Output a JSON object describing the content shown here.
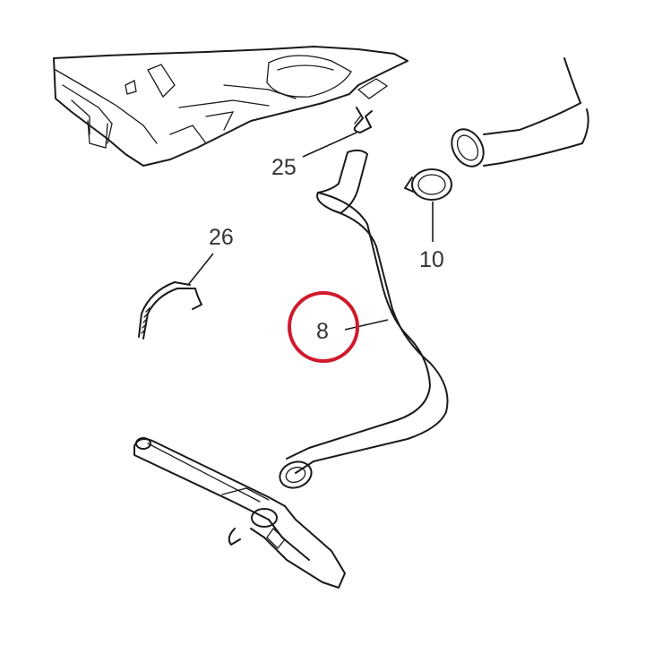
{
  "diagram": {
    "callouts": [
      {
        "id": "callout-25",
        "label": "25"
      },
      {
        "id": "callout-26",
        "label": "26"
      },
      {
        "id": "callout-10",
        "label": "10"
      },
      {
        "id": "callout-8",
        "label": "8"
      }
    ],
    "highlight": {
      "label": "8",
      "color": "#d0192b"
    }
  }
}
